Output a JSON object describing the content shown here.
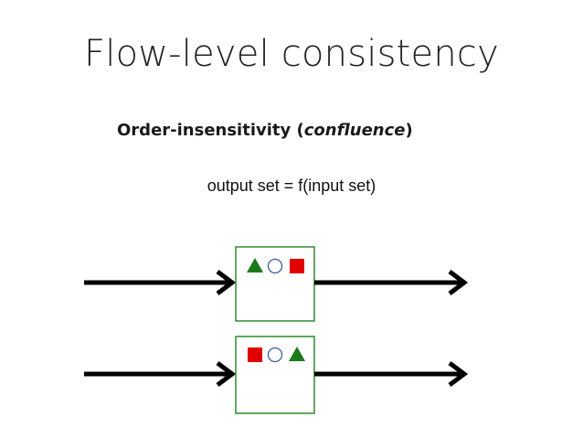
{
  "slide": {
    "title": "Flow-level consistency",
    "subtitle": {
      "prefix": "Order-insensitivity (",
      "emphasis": "confluence",
      "suffix": ")"
    },
    "formula": "output set = f(input set)"
  },
  "diagram": {
    "flows": [
      {
        "order": [
          "triangle",
          "circle",
          "square"
        ]
      },
      {
        "order": [
          "square",
          "circle",
          "triangle"
        ]
      }
    ],
    "colors": {
      "triangle": "#1a7a1a",
      "square": "#e00000",
      "circle_stroke": "#3b5ba5",
      "box_border": "#2e8b2e",
      "arrow": "#000000"
    }
  }
}
